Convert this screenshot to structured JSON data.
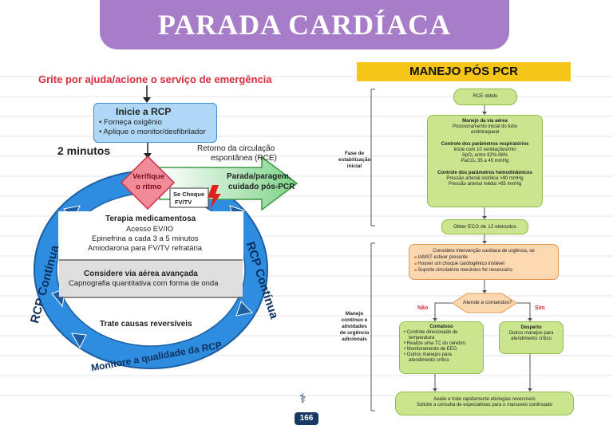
{
  "banner": {
    "title": "PARADA CARDÍACA"
  },
  "left": {
    "header": "Grite por ajuda/acione o serviço de emergência",
    "start_title": "Inicie a RCP",
    "start_items": [
      "Forneça oxigênio",
      "Aplique o monitor/desfibrilador"
    ],
    "two_minutes": "2 minutos",
    "return_label": [
      "Retorno da circulação",
      "espontânea (RCE)"
    ],
    "check": [
      "Verifique",
      "o ritmo"
    ],
    "arrest_label": [
      "Parada/paragem,",
      "cuidado pós-PCR"
    ],
    "shock": [
      "Se Choque",
      "FV/TV"
    ],
    "drug_title": "Terapia medicamentosa",
    "drug_items": [
      "Acesso EV/IO",
      "Epinefrina a cada 3 a 5 minutos",
      "Amiodarona para FV/TV refratária"
    ],
    "airway_title": "Considere via aérea avançada",
    "airway_item": "Capnografia quantitativa com forma de onda",
    "causes": "Trate causas reversíveis",
    "ring_left": "RCP Contínua",
    "ring_right": "RCP Contínua",
    "ring_bottom": "Monitore a qualidade da RCP"
  },
  "right": {
    "title": "MANEJO PÓS PCR",
    "rce": "RCE obtido",
    "phase1": [
      "Fase de",
      "estabilização",
      "inicial"
    ],
    "phase2": [
      "Manejo",
      "contínuo e",
      "atividades",
      "de urgência",
      "adicionais"
    ],
    "airway_title": "Manejo da via aérea",
    "airway_text": [
      "Posicionamento inicial do tubo",
      "endotraqueal"
    ],
    "resp_title": "Controle dos parâmetros respiratórios",
    "resp_text": [
      "Inicie com 10 ventilações/min",
      "SpO₂ entre 92%-98%",
      "PaCO₂ 35 a 45 mmHg"
    ],
    "hemo_title": "Controle dos parâmetros hemodinâmicos",
    "hemo_text": [
      "Pressão arterial sistólica >90 mmHg",
      "Pressão arterial média >65 mmHg"
    ],
    "ecg": "Obter ECG de 12 eletrodos",
    "consider_title": "Considere intervenção cardíaca de urgência, se",
    "consider_items": [
      "IAMST estiver presente",
      "Houver um choque cardiogênico instável",
      "Suporte circulatório mecânico for necessário"
    ],
    "question": "Atende a comandos?",
    "no": "Não",
    "yes": "Sim",
    "comatose_title": "Comatoso",
    "comatose_items": [
      "Controle direcionado de",
      "temperatura",
      "Realize uma TC do cérebro",
      "Monitoramento de EEG",
      "Outros manejos para",
      "atendimento crítico"
    ],
    "awake_title": "Desperto",
    "awake_text": [
      "Outros manejos para",
      "atendimento crítico"
    ],
    "final": [
      "Avalie e trate rapidamente etiologias reversíveis",
      "Solicite a consulta de especialistas para o manuseio continuado"
    ]
  },
  "page": {
    "number": "166"
  },
  "colors": {
    "banner": "#a77cc9",
    "yellow": "#f5c518",
    "green": "#cbe58f",
    "orange": "#fbd8b0",
    "blue": "#3a8fd6",
    "red": "#e0425a"
  }
}
